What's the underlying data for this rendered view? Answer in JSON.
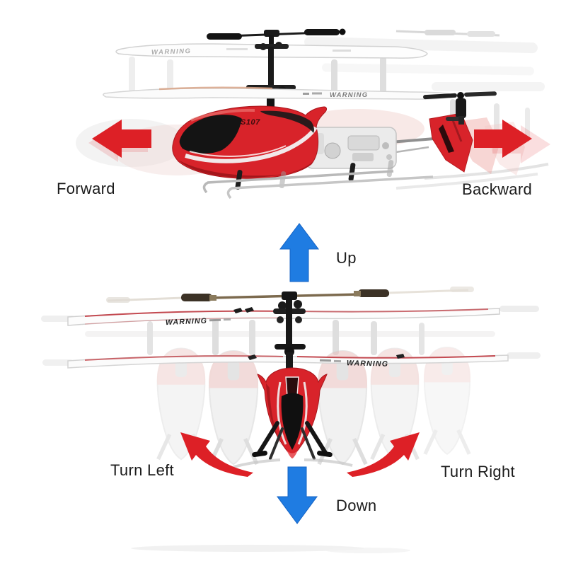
{
  "colors": {
    "background": "#ffffff",
    "arrow_red": "#dd2026",
    "arrow_blue": "#1f7ce2",
    "heli_red": "#d8232a",
    "label_text": "#1c1c1c"
  },
  "top_section": {
    "forward_label": "Forward",
    "backward_label": "Backward",
    "model_label": "S107",
    "warning_label": "WARNING"
  },
  "middle_section": {
    "up_label": "Up"
  },
  "bottom_section": {
    "turn_left_label": "Turn Left",
    "turn_right_label": "Turn Right",
    "down_label": "Down",
    "warning_label": "WARNING"
  }
}
